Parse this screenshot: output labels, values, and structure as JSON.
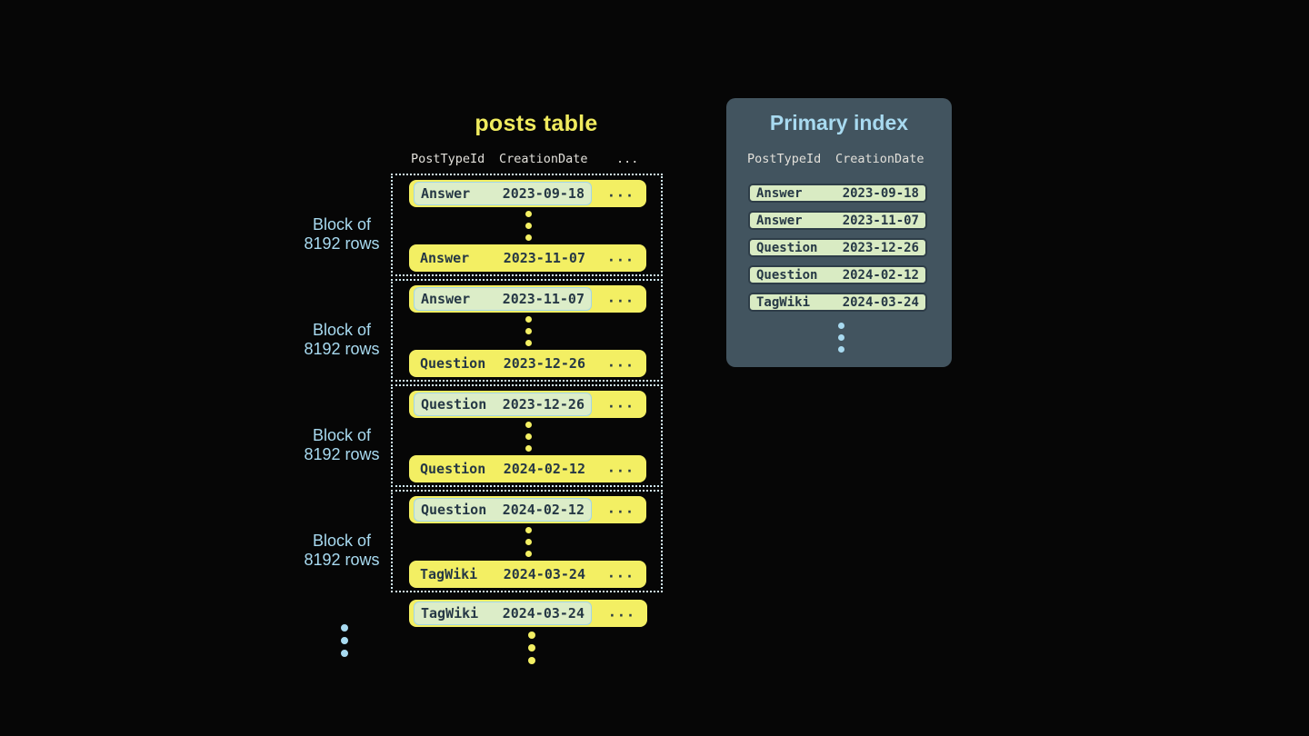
{
  "posts_table": {
    "title": "posts table",
    "headers": {
      "col1": "PostTypeId",
      "col2": "CreationDate",
      "more": "..."
    },
    "blocks": [
      {
        "label": {
          "line1": "Block of",
          "line2": "8192 rows"
        },
        "first_row": {
          "type": "Answer",
          "date": "2023-09-18",
          "more": "..."
        },
        "last_row": {
          "type": "Answer",
          "date": "2023-11-07",
          "more": "..."
        }
      },
      {
        "label": {
          "line1": "Block of",
          "line2": "8192 rows"
        },
        "first_row": {
          "type": "Answer",
          "date": "2023-11-07",
          "more": "..."
        },
        "last_row": {
          "type": "Question",
          "date": "2023-12-26",
          "more": "..."
        }
      },
      {
        "label": {
          "line1": "Block of",
          "line2": "8192 rows"
        },
        "first_row": {
          "type": "Question",
          "date": "2023-12-26",
          "more": "..."
        },
        "last_row": {
          "type": "Question",
          "date": "2024-02-12",
          "more": "..."
        }
      },
      {
        "label": {
          "line1": "Block of",
          "line2": "8192 rows"
        },
        "first_row": {
          "type": "Question",
          "date": "2024-02-12",
          "more": "..."
        },
        "last_row": {
          "type": "TagWiki",
          "date": "2024-03-24",
          "more": "..."
        }
      }
    ],
    "overflow_row": {
      "type": "TagWiki",
      "date": "2024-03-24",
      "more": "..."
    }
  },
  "primary_index": {
    "title": "Primary index",
    "headers": {
      "col1": "PostTypeId",
      "col2": "CreationDate"
    },
    "rows": [
      {
        "type": "Answer",
        "date": "2023-09-18"
      },
      {
        "type": "Answer",
        "date": "2023-11-07"
      },
      {
        "type": "Question",
        "date": "2023-12-26"
      },
      {
        "type": "Question",
        "date": "2024-02-12"
      },
      {
        "type": "TagWiki",
        "date": "2024-03-24"
      }
    ]
  },
  "colors": {
    "background": "#060606",
    "row_yellow": "#f3ef63",
    "row_text_dark": "#263845",
    "highlight_green": "#dcedc8",
    "highlight_border_blue": "#a2d6e8",
    "index_row_green": "#d9ebc3",
    "index_row_border": "#2e3d48",
    "panel_bg": "#42545f",
    "accent_blue": "#a8daf0",
    "title_yellow": "#f0eb5e",
    "header_text": "#e2e0da",
    "dotted_border": "#d2ebf4"
  }
}
